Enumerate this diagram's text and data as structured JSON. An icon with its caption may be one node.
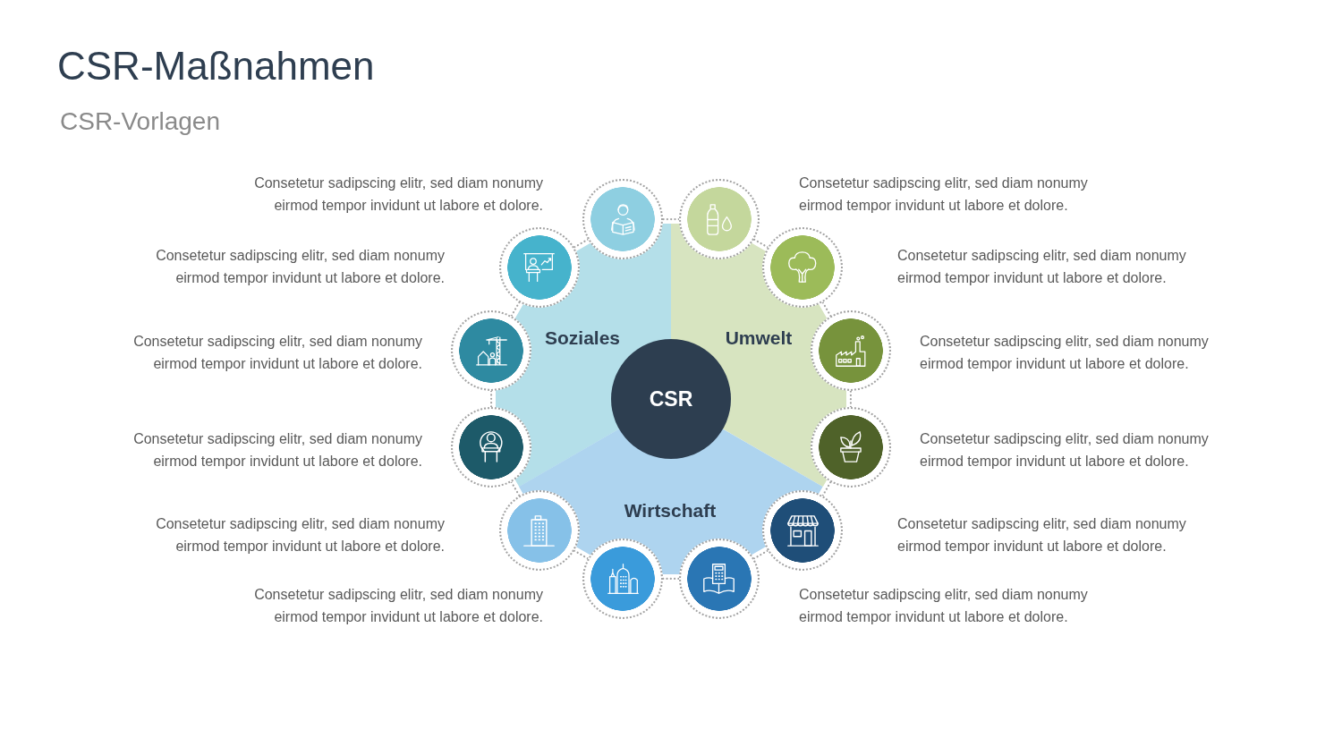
{
  "diagram": {
    "title": "CSR-Maßnahmen",
    "nodes": [
      {
        "text": [
          "CSR"
        ]
      },
      {
        "text": [
          "Soziales"
        ]
      },
      {
        "text": [
          "Umwelt"
        ]
      },
      {
        "text": [
          "Wirtschaft"
        ]
      },
      {
        "text": [],
        "shape": "circle"
      },
      {
        "text": [],
        "shape": "circle"
      },
      {
        "text": [],
        "shape": "circle"
      },
      {
        "text": [],
        "shape": "circle"
      },
      {
        "text": [],
        "shape": "circle"
      },
      {
        "text": [],
        "shape": "circle"
      },
      {
        "text": [],
        "shape": "circle"
      },
      {
        "text": [],
        "shape": "circle"
      },
      {
        "text": [],
        "shape": "circle"
      },
      {
        "text": [],
        "shape": "circle"
      },
      {
        "text": [],
        "shape": "circle"
      },
      {
        "text": [],
        "shape": "circle"
      }
    ],
    "edges": [
      {
        "from": 4,
        "to": 5,
        "arrow": "none",
        "style": "dashed"
      },
      {
        "from": 5,
        "to": 6,
        "arrow": "none",
        "style": "dashed"
      },
      {
        "from": 6,
        "to": 7,
        "arrow": "none",
        "style": "dashed"
      },
      {
        "from": 7,
        "to": 8,
        "arrow": "none",
        "style": "dashed"
      },
      {
        "from": 8,
        "to": 9,
        "arrow": "none",
        "style": "dashed"
      },
      {
        "from": 9,
        "to": 15,
        "arrow": "none",
        "style": "dashed"
      },
      {
        "from": 15,
        "to": 14,
        "arrow": "none",
        "style": "dashed"
      },
      {
        "from": 14,
        "to": 13,
        "arrow": "none",
        "style": "dashed"
      },
      {
        "from": 13,
        "to": 12,
        "arrow": "none",
        "style": "dashed"
      },
      {
        "from": 12,
        "to": 11,
        "arrow": "none",
        "style": "dashed"
      },
      {
        "from": 11,
        "to": 10,
        "arrow": "none",
        "style": "dashed"
      },
      {
        "from": 10,
        "to": 4,
        "arrow": "none",
        "style": "dashed"
      }
    ],
    "labels": [
      "CSR-Vorlagen",
      "Consetetur sadipscing elitr, sed diam nonumy eirmod tempor invidunt ut labore et dolore.",
      "Consetetur sadipscing elitr, sed diam nonumy eirmod tempor invidunt ut labore et dolore.",
      "Consetetur sadipscing elitr, sed diam nonumy eirmod tempor invidunt ut labore et dolore.",
      "Consetetur sadipscing elitr, sed diam nonumy eirmod tempor invidunt ut labore et dolore.",
      "Consetetur sadipscing elitr, sed diam nonumy eirmod tempor invidunt ut labore et dolore.",
      "Consetetur sadipscing elitr, sed diam nonumy eirmod tempor invidunt ut labore et dolore.",
      "Consetetur sadipscing elitr, sed diam nonumy eirmod tempor invidunt ut labore et dolore.",
      "Consetetur sadipscing elitr, sed diam nonumy eirmod tempor invidunt ut labore et dolore.",
      "Consetetur sadipscing elitr, sed diam nonumy eirmod tempor invidunt ut labore et dolore.",
      "Consetetur sadipscing elitr, sed diam nonumy eirmod tempor invidunt ut labore et dolore.",
      "Consetetur sadipscing elitr, sed diam nonumy eirmod tempor invidunt ut labore et dolore.",
      "Consetetur sadipscing elitr, sed diam nonumy eirmod tempor invidunt ut labore et dolore."
    ]
  }
}
